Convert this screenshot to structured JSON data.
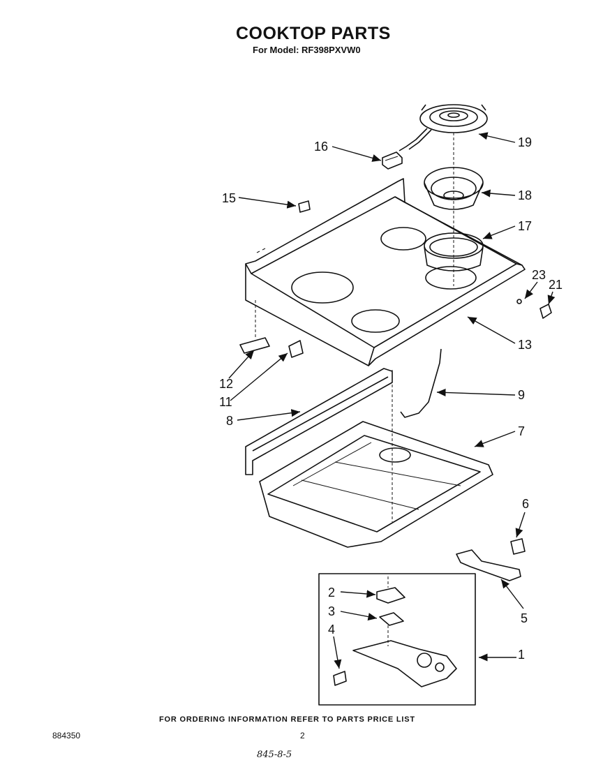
{
  "header": {
    "title": "COOKTOP PARTS",
    "model_line": "For Model: RF398PXVW0"
  },
  "callouts": [
    "1",
    "2",
    "3",
    "4",
    "5",
    "6",
    "7",
    "8",
    "9",
    "11",
    "12",
    "13",
    "15",
    "16",
    "17",
    "18",
    "19",
    "21",
    "23"
  ],
  "footer": {
    "ordering_note": "FOR ORDERING INFORMATION REFER TO PARTS PRICE LIST",
    "doc_number": "884350",
    "page_number": "2",
    "handwritten": "845-8-5"
  }
}
